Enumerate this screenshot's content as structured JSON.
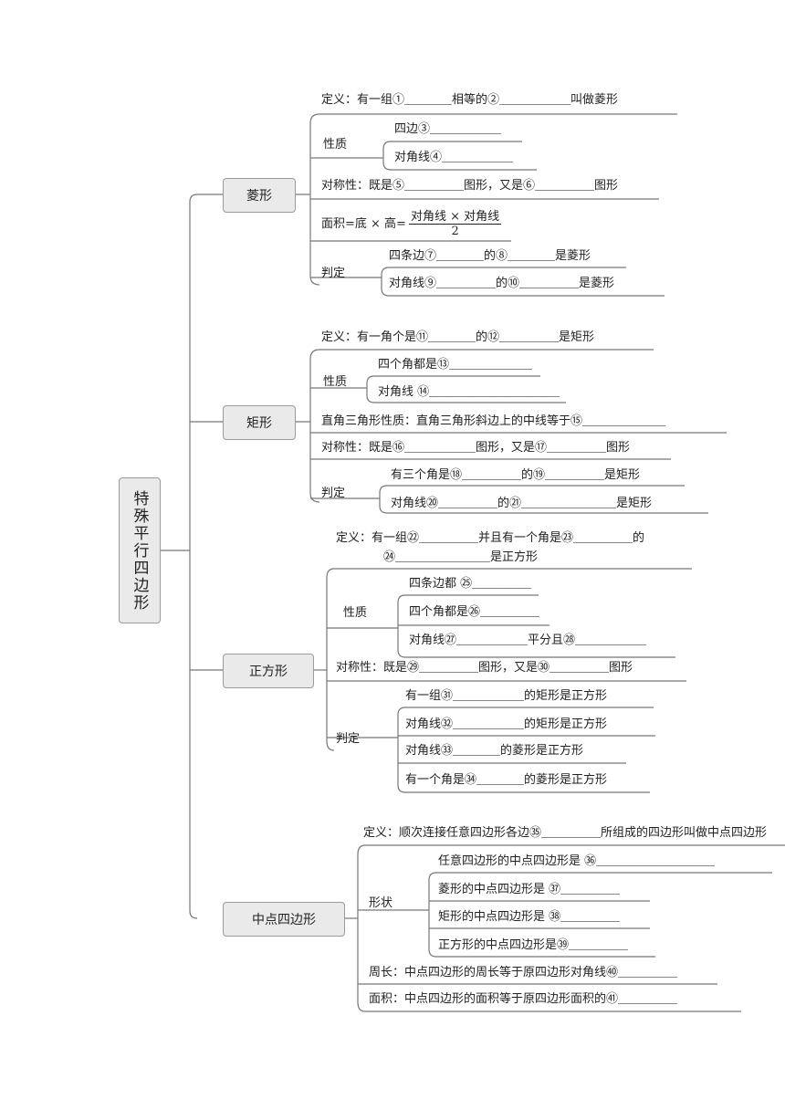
{
  "root": {
    "label": "特殊平行四边形"
  },
  "branches": {
    "rhombus": {
      "title": "菱形",
      "def": "定义：有一组①＿＿＿＿相等的②＿＿＿＿＿＿叫做菱形",
      "prop_label": "性质",
      "prop1": "四边③＿＿＿＿＿＿",
      "prop2": "对角线④＿＿＿＿＿＿",
      "sym": "对称性：既是⑤＿＿＿＿＿图形，又是⑥＿＿＿＿＿图形",
      "area_prefix": "面积=底 × 高=",
      "area_num": "对角线 × 对角线",
      "area_den": "2",
      "judge_label": "判定",
      "judge1": "四条边⑦＿＿＿＿的⑧＿＿＿＿是菱形",
      "judge2": "对角线⑨＿＿＿＿＿的⑩＿＿＿＿＿是菱形"
    },
    "rectangle": {
      "title": "矩形",
      "def": "定义：有一角个是⑪＿＿＿＿的⑫＿＿＿＿＿是矩形",
      "prop_label": "性质",
      "prop1": "四个角都是⑬＿＿＿＿＿＿＿",
      "prop2": "对角线 ⑭＿＿＿＿＿＿＿＿＿＿＿",
      "right_tri": "直角三角形性质：直角三角形斜边上的中线等于⑮＿＿＿＿＿＿＿",
      "sym": "对称性：既是⑯＿＿＿＿＿＿图形，又是⑰＿＿＿＿＿图形",
      "judge_label": "判定",
      "judge1": "有三个角是⑱＿＿＿＿＿的⑲＿＿＿＿＿是矩形",
      "judge2": "对角线⑳＿＿＿＿＿的㉑＿＿＿＿＿＿＿＿是矩形"
    },
    "square": {
      "title": "正方形",
      "def1": "定义：有一组㉒＿＿＿＿＿并且有一个角是㉓＿＿＿＿＿的",
      "def2": "㉔＿＿＿＿＿＿＿＿是正方形",
      "prop_label": "性质",
      "prop1": "四条边都 ㉕＿＿＿＿＿",
      "prop2": "四个角都是㉖＿＿＿＿＿",
      "prop3": "对角线㉗＿＿＿＿＿＿平分且㉘＿＿＿＿＿＿",
      "sym": "对称性：既是㉙＿＿＿＿＿图形，又是㉚＿＿＿＿＿图形",
      "judge_label": "判定",
      "judge1": "有一组㉛＿＿＿＿＿＿的矩形是正方形",
      "judge2": "对角线㉜＿＿＿＿＿＿的矩形是正方形",
      "judge3": "对角线㉝＿＿＿＿的菱形是正方形",
      "judge4": "有一个角是㉞＿＿＿＿的菱形是正方形"
    },
    "midpoint": {
      "title": "中点四边形",
      "def": "定义：顺次连接任意四边形各边㉟＿＿＿＿＿所组成的四边形叫做中点四边形",
      "shape_label": "形状",
      "shape1": "任意四边形的中点四边形是 ㊱＿＿＿＿＿＿＿＿＿＿",
      "shape2": "菱形的中点四边形是 ㊲＿＿＿＿＿",
      "shape3": "矩形的中点四边形是 ㊳＿＿＿＿＿",
      "shape4": "正方形的中点四边形是㊴＿＿＿＿＿",
      "perimeter": "周长：中点四边形的周长等于原四边形对角线㊵＿＿＿＿＿",
      "area": "面积：中点四边形的面积等于原四边形面积的㊶＿＿＿＿＿"
    }
  }
}
